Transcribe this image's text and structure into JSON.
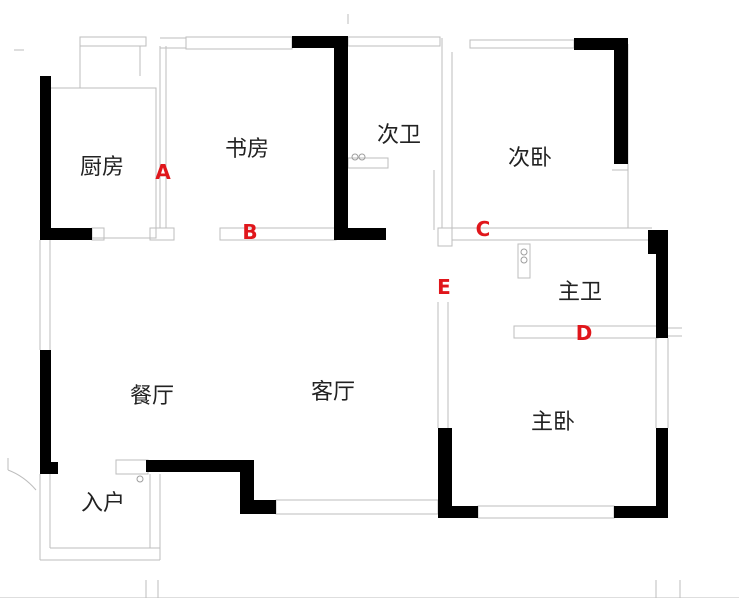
{
  "colors": {
    "wall": "#000000",
    "thin_line": "#bdbdbd",
    "marker": "#e0161b",
    "label": "#222222"
  },
  "rooms": {
    "kitchen": "厨房",
    "study": "书房",
    "second_bath": "次卫",
    "second_bedroom": "次卧",
    "master_bath": "主卫",
    "dining": "餐厅",
    "living": "客厅",
    "master_bedroom": "主卧",
    "entry": "入户"
  },
  "markers": {
    "a": "A",
    "b": "B",
    "c": "C",
    "d": "D",
    "e": "E"
  }
}
